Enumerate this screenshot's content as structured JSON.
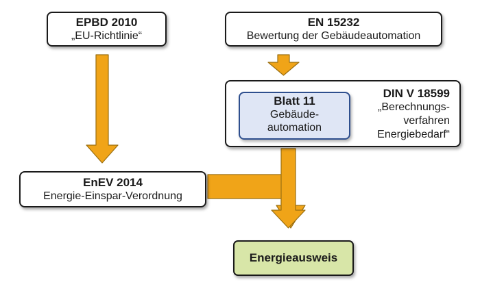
{
  "colors": {
    "arrow_fill": "#f0a418",
    "arrow_stroke": "#9a6f12",
    "box_border": "#1a1a1a",
    "blatt_fill": "#dfe6f5",
    "blatt_border": "#2e4f8e",
    "ausweis_fill": "#d8e6a8"
  },
  "nodes": {
    "epbd": {
      "title": "EPBD 2010",
      "subtitle": "„EU-Richtlinie“"
    },
    "en15232": {
      "title": "EN 15232",
      "subtitle": "Bewertung der Gebäudeautomation"
    },
    "din": {
      "title": "DIN V 18599",
      "lines": [
        "„Berechnungs-",
        "verfahren",
        "Energiebedarf“"
      ]
    },
    "blatt": {
      "title": "Blatt 11",
      "lines": [
        "Gebäude-",
        "automation"
      ]
    },
    "enev": {
      "title": "EnEV 2014",
      "subtitle": "Energie-Einspar-Verordnung"
    },
    "ausweis": {
      "title": "Energieausweis"
    }
  },
  "edges": [
    {
      "from": "EPBD 2010",
      "to": "EnEV 2014"
    },
    {
      "from": "EN 15232",
      "to": "DIN V 18599"
    },
    {
      "from": "EnEV 2014",
      "to": "Energieausweis"
    },
    {
      "from": "DIN V 18599",
      "to": "Energieausweis"
    }
  ]
}
